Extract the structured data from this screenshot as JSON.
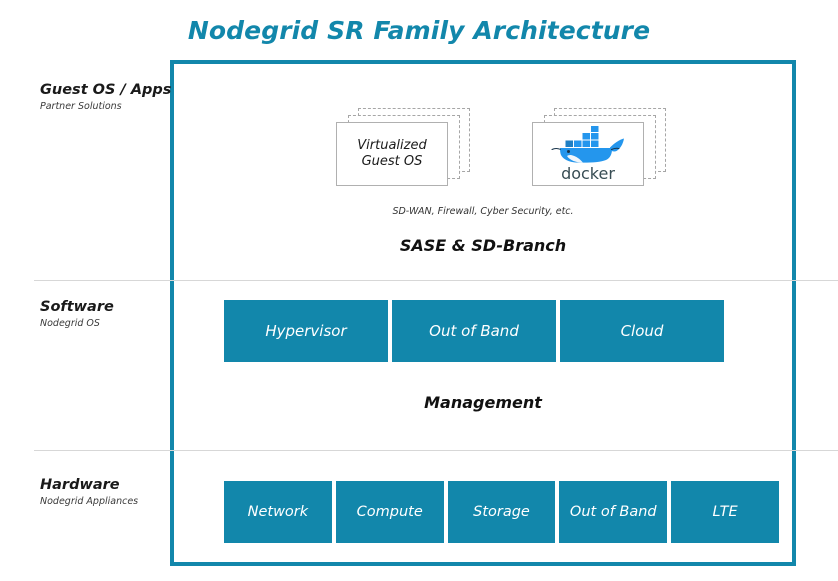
{
  "title": "Nodegrid SR Family Architecture",
  "theme": {
    "accent": "#1287ab",
    "divider": "#d7d7d7",
    "text": "#111111",
    "ghost_border": "#a6a6a6"
  },
  "rows": [
    {
      "title": "Guest OS / Apps",
      "subtitle": "Partner Solutions"
    },
    {
      "title": "Software",
      "subtitle": "Nodegrid OS"
    },
    {
      "title": "Hardware",
      "subtitle": "Nodegrid Appliances"
    }
  ],
  "guest_section": {
    "virtualized_card": {
      "line1": "Virtualized",
      "line2": "Guest OS"
    },
    "docker_card": {
      "wordmark": "docker"
    },
    "caption": "SD-WAN, Firewall, Cyber Security, etc.",
    "banner": "SASE & SD-Branch"
  },
  "software_section": {
    "boxes": [
      "Hypervisor",
      "Out of Band",
      "Cloud"
    ],
    "banner": "Management"
  },
  "hardware_section": {
    "boxes": [
      "Network",
      "Compute",
      "Storage",
      "Out of Band",
      "LTE"
    ]
  }
}
